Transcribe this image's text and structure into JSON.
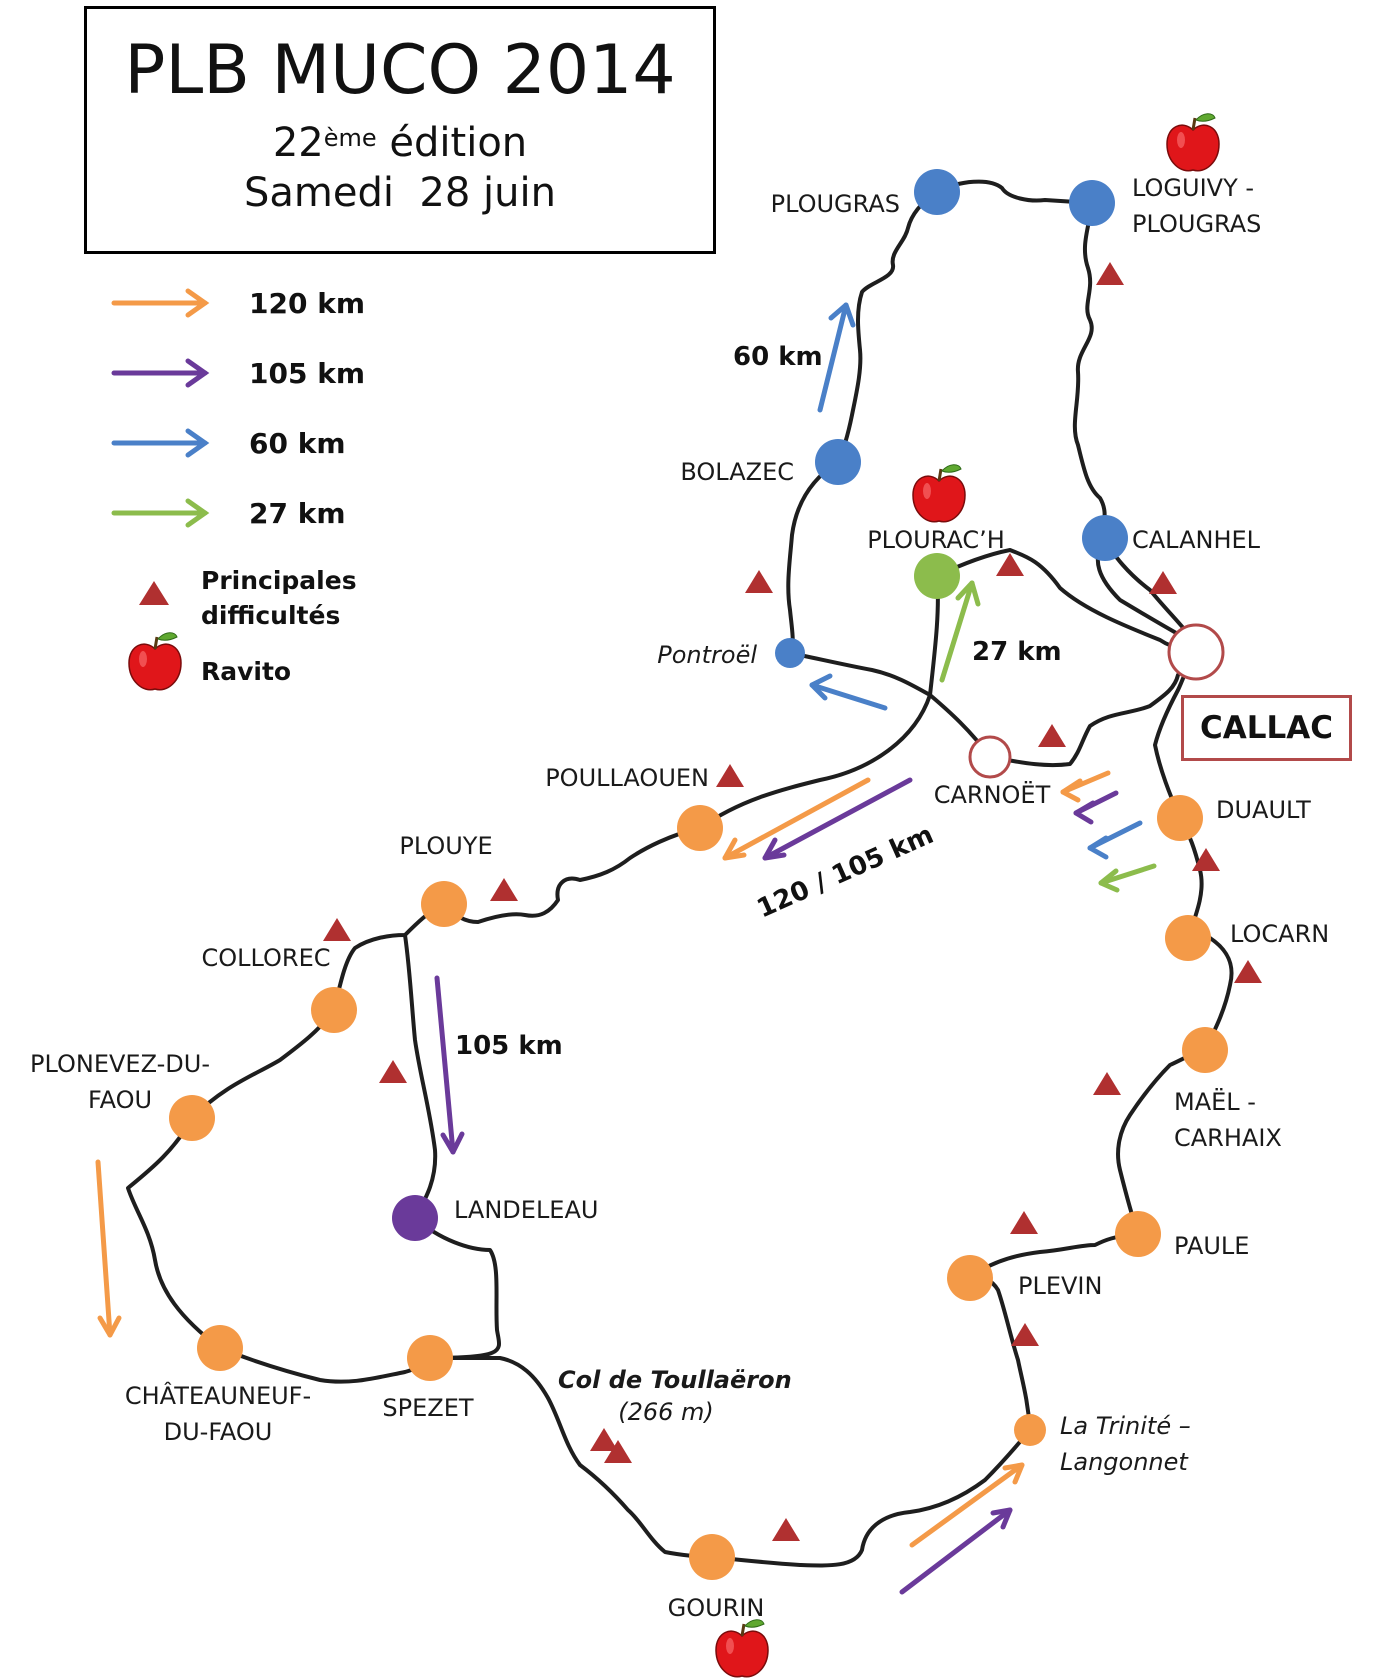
{
  "title": {
    "main": "PLB MUCO 2014",
    "edition_number": "22",
    "edition_sup": "ème",
    "edition_word": "édition",
    "date": "Samedi  28 juin"
  },
  "colors": {
    "orange": "#f49a48",
    "purple": "#6a3a9a",
    "blue": "#4a80c8",
    "green": "#8cbc4c",
    "route": "#1e1e1e",
    "triangle": "#b03030",
    "callac": "#b24a4a",
    "apple": "#e0161a"
  },
  "legend": {
    "routes": [
      {
        "color": "orange",
        "label": "120 km"
      },
      {
        "color": "purple",
        "label": "105 km"
      },
      {
        "color": "blue",
        "label": "60 km"
      },
      {
        "color": "green",
        "label": "27 km"
      }
    ],
    "difficulty_line1": "Principales",
    "difficulty_line2": "difficultés",
    "ravito": "Ravito"
  },
  "callac": "CALLAC",
  "places": [
    {
      "id": "plougras",
      "lines": [
        "PLOUGRAS"
      ],
      "color": "blue",
      "size": "large"
    },
    {
      "id": "loguivy",
      "lines": [
        "LOGUIVY -",
        "PLOUGRAS"
      ],
      "color": "blue",
      "size": "large"
    },
    {
      "id": "bolazec",
      "lines": [
        "BOLAZEC"
      ],
      "color": "blue",
      "size": "large"
    },
    {
      "id": "pontroel",
      "lines": [
        "Pontroël"
      ],
      "color": "blue",
      "size": "small",
      "italic": true
    },
    {
      "id": "plourach",
      "lines": [
        "PLOURAC’H"
      ],
      "color": "green",
      "size": "large"
    },
    {
      "id": "calanhel",
      "lines": [
        "CALANHEL"
      ],
      "color": "blue",
      "size": "large"
    },
    {
      "id": "carnoet",
      "lines": [
        "CARNOËT"
      ],
      "color": "hollow",
      "size": "medium"
    },
    {
      "id": "callac",
      "lines": [],
      "color": "hollow",
      "size": "hollow-large"
    },
    {
      "id": "duault",
      "lines": [
        "DUAULT"
      ],
      "color": "orange",
      "size": "large"
    },
    {
      "id": "locarn",
      "lines": [
        "LOCARN"
      ],
      "color": "orange",
      "size": "large"
    },
    {
      "id": "mael",
      "lines": [
        "MAËL -",
        "CARHAIX"
      ],
      "color": "orange",
      "size": "large"
    },
    {
      "id": "paule",
      "lines": [
        "PAULE"
      ],
      "color": "orange",
      "size": "large"
    },
    {
      "id": "plevin",
      "lines": [
        "PLEVIN"
      ],
      "color": "orange",
      "size": "large"
    },
    {
      "id": "trinite",
      "lines": [
        "La Trinité –",
        "Langonnet"
      ],
      "color": "orange",
      "size": "small",
      "italic": true
    },
    {
      "id": "gourin",
      "lines": [
        "GOURIN"
      ],
      "color": "orange",
      "size": "large"
    },
    {
      "id": "spezet",
      "lines": [
        "SPEZET"
      ],
      "color": "orange",
      "size": "large"
    },
    {
      "id": "chateauneuf",
      "lines": [
        "CHÂTEAUNEUF-",
        "DU-FAOU"
      ],
      "color": "orange",
      "size": "large"
    },
    {
      "id": "plonevez",
      "lines": [
        "PLONEVEZ-DU-",
        "FAOU"
      ],
      "color": "orange",
      "size": "large"
    },
    {
      "id": "collorec",
      "lines": [
        "COLLOREC"
      ],
      "color": "orange",
      "size": "large"
    },
    {
      "id": "plouye",
      "lines": [
        "PLOUYE"
      ],
      "color": "orange",
      "size": "large"
    },
    {
      "id": "poullaouen",
      "lines": [
        "POULLAOUEN"
      ],
      "color": "orange",
      "size": "large"
    },
    {
      "id": "landeleau",
      "lines": [
        "LANDELEAU"
      ],
      "color": "purple",
      "size": "large"
    }
  ],
  "col": {
    "name": "Col de Toullaëron",
    "altitude": "(266 m)"
  },
  "distance_labels": {
    "km60": "60 km",
    "km27": "27 km",
    "km105": "105 km",
    "km120_105": "120  / 105 km"
  }
}
